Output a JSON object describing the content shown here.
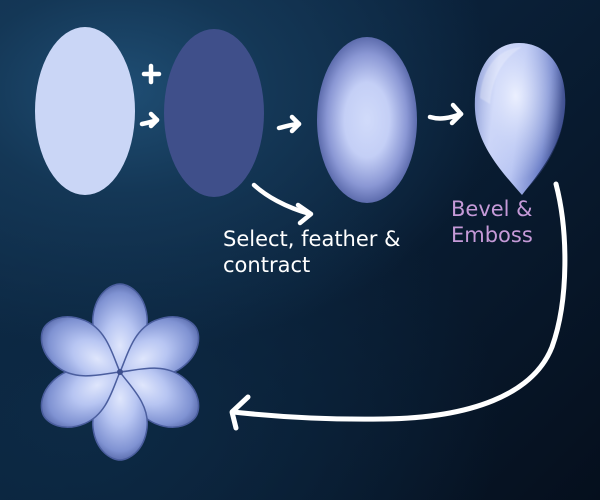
{
  "steps": {
    "select_feather_contract": {
      "line1": "Select, feather &",
      "line2": "contract"
    },
    "bevel_emboss": {
      "line1": "Bevel &",
      "line2": "Emboss"
    },
    "plus_symbol": "+"
  },
  "colors": {
    "background_dark": "#061426",
    "background_light": "#1f4e74",
    "light_oval": "#cad6f6",
    "dark_oval": "#3f4f8a",
    "feathered_center": "#cfd9f8",
    "feathered_edge": "#5c6bab",
    "petal_highlight": "#dde4fb",
    "petal_shadow": "#4b5e9e",
    "arrow": "#ffffff",
    "caption_white": "#ffffff",
    "caption_purple": "#c59ad8"
  },
  "flower": {
    "petal_count": 6
  },
  "icons": [
    "arrow-right-icon",
    "arrow-down-right-icon",
    "curved-arrow-icon",
    "plus-icon"
  ]
}
